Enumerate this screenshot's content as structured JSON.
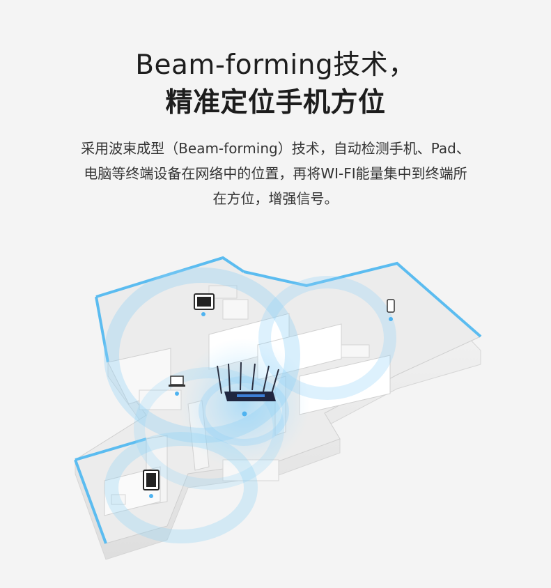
{
  "headline": {
    "line1": "Beam-forming技术，",
    "line2": "精准定位手机方位"
  },
  "description": {
    "line1": "采用波束成型（Beam-forming）技术，自动检测手机、Pad、",
    "line2": "电脑等终端设备在网络中的位置，再将WI-FI能量集中到终端所",
    "line3": "在方位，增强信号。"
  },
  "colors": {
    "background": "#f4f4f4",
    "wall_accent": "#5bbcf0",
    "wall": "#ffffff",
    "signal": "#6fc3f3",
    "router": "#1f2640"
  },
  "icons": [
    "router-icon",
    "tablet-icon",
    "phone-icon",
    "laptop-icon",
    "monitor-icon",
    "wifi-wave-icon"
  ]
}
